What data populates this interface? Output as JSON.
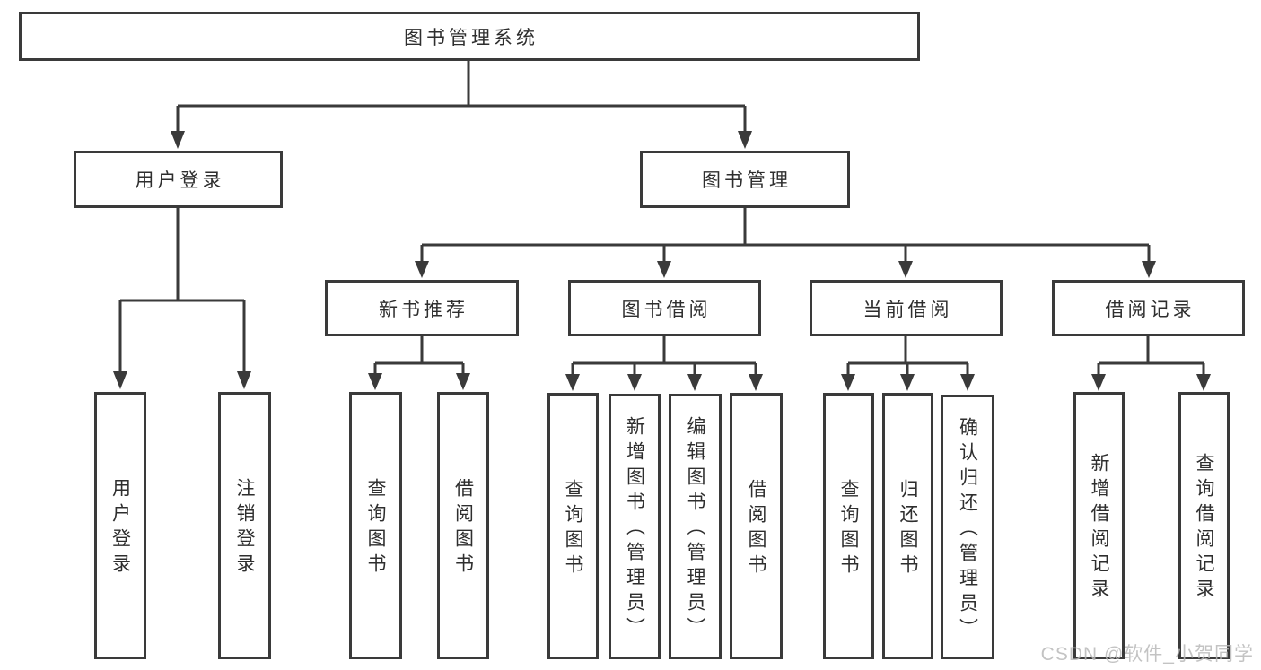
{
  "colors": {
    "background": "#ffffff",
    "line": "#3a3a3a",
    "text": "#2e2e2e",
    "watermark": "rgba(185,185,185,0.85)"
  },
  "tree": {
    "root": {
      "label": "图书管理系统"
    },
    "level2": [
      {
        "label": "用户登录",
        "children": [
          {
            "label": "用户登录"
          },
          {
            "label": "注销登录"
          }
        ]
      },
      {
        "label": "图书管理",
        "children": [
          {
            "label": "新书推荐",
            "children": [
              {
                "label": "查询图书"
              },
              {
                "label": "借阅图书"
              }
            ]
          },
          {
            "label": "图书借阅",
            "children": [
              {
                "label": "查询图书"
              },
              {
                "label": "新增图书（管理员）"
              },
              {
                "label": "编辑图书（管理员）"
              },
              {
                "label": "借阅图书"
              }
            ]
          },
          {
            "label": "当前借阅",
            "children": [
              {
                "label": "查询图书"
              },
              {
                "label": "归还图书"
              },
              {
                "label": "确认归还（管理员）"
              }
            ]
          },
          {
            "label": "借阅记录",
            "children": [
              {
                "label": "新增借阅记录"
              },
              {
                "label": "查询借阅记录"
              }
            ]
          }
        ]
      }
    ]
  },
  "watermark": {
    "text": "CSDN @软件_小贺同学"
  }
}
